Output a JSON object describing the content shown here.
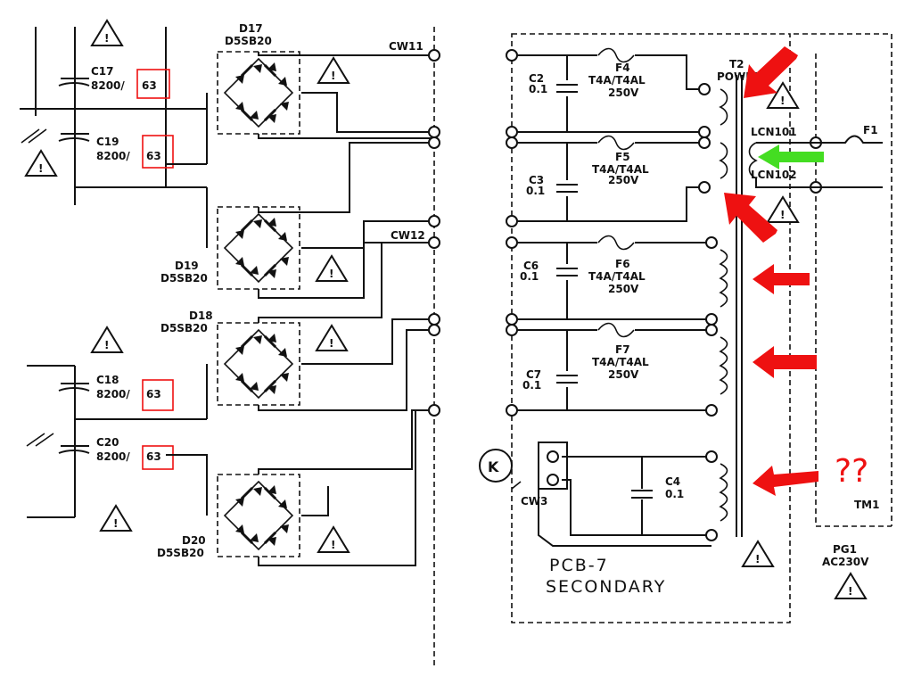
{
  "labels": {
    "d17_ref": "D17",
    "d17_part": "D5SB20",
    "d19_ref": "D19",
    "d19_part": "D5SB20",
    "d18_ref": "D18",
    "d18_part": "D5SB20",
    "d20_ref": "D20",
    "d20_part": "D5SB20",
    "c17_ref": "C17",
    "c17_val": "8200/",
    "c17_volt": "63",
    "c19_ref": "C19",
    "c19_val": "8200/",
    "c19_volt": "63",
    "c18_ref": "C18",
    "c18_val": "8200/",
    "c18_volt": "63",
    "c20_ref": "C20",
    "c20_val": "8200/",
    "c20_volt": "63",
    "cw11": "CW11",
    "cw12": "CW12",
    "cw3": "CW3",
    "c2_ref": "C2",
    "c2_val": "0.1",
    "c3_ref": "C3",
    "c3_val": "0.1",
    "c6_ref": "C6",
    "c6_val": "0.1",
    "c7_ref": "C7",
    "c7_val": "0.1",
    "c4_ref": "C4",
    "c4_val": "0.1",
    "f4_ref": "F4",
    "f4_rating": "T4A/T4AL",
    "f4_volt": "250V",
    "f5_ref": "F5",
    "f5_rating": "T4A/T4AL",
    "f5_volt": "250V",
    "f6_ref": "F6",
    "f6_rating": "T4A/T4AL",
    "f6_volt": "250V",
    "f7_ref": "F7",
    "f7_rating": "T4A/T4AL",
    "f7_volt": "250V",
    "t2_ref": "T2",
    "t2_name": "POWER",
    "lcn101": "LCN101",
    "lcn102": "LCN102",
    "f1_ref": "F1",
    "k_label": "K",
    "pcb_name": "PCB-7",
    "pcb_sub": "SECONDARY",
    "tm1": "TM1",
    "pg1_ref": "PG1",
    "pg1_val": "AC230V",
    "question": "??",
    "warn_glyph": "!"
  },
  "colors": {
    "ink": "#111111",
    "red_mark": "#ee1111",
    "green_mark": "#44dd22",
    "background": "#ffffff"
  }
}
